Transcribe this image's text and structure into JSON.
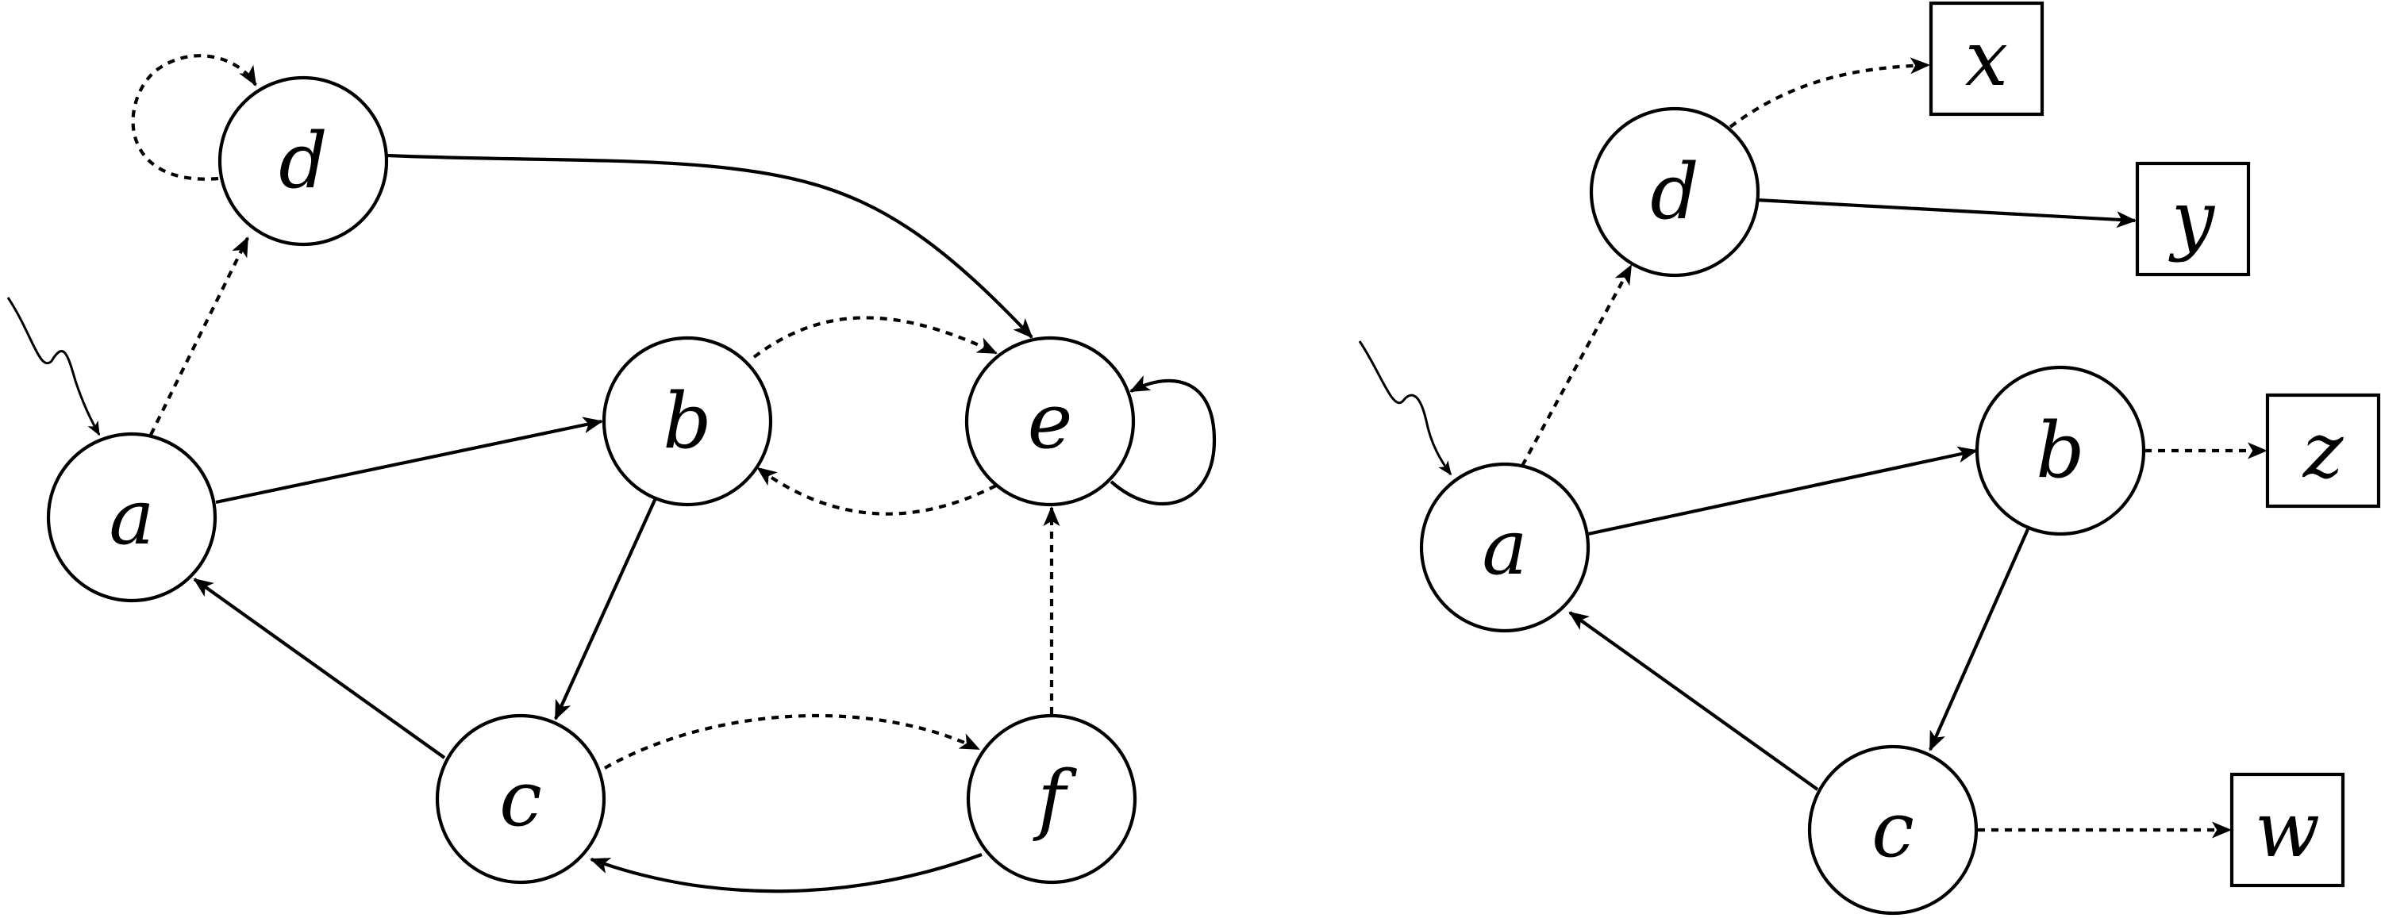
{
  "left_graph": {
    "nodes": [
      {
        "id": "a",
        "label": "a",
        "shape": "circle"
      },
      {
        "id": "b",
        "label": "b",
        "shape": "circle"
      },
      {
        "id": "c",
        "label": "c",
        "shape": "circle"
      },
      {
        "id": "d",
        "label": "d",
        "shape": "circle"
      },
      {
        "id": "e",
        "label": "e",
        "shape": "circle"
      },
      {
        "id": "f",
        "label": "f",
        "shape": "circle"
      }
    ],
    "edges": [
      {
        "from": "a",
        "to": "b",
        "style": "solid"
      },
      {
        "from": "b",
        "to": "c",
        "style": "solid"
      },
      {
        "from": "c",
        "to": "a",
        "style": "solid"
      },
      {
        "from": "a",
        "to": "d",
        "style": "dotted"
      },
      {
        "from": "d",
        "to": "d",
        "style": "dotted"
      },
      {
        "from": "d",
        "to": "e",
        "style": "solid"
      },
      {
        "from": "b",
        "to": "e",
        "style": "dotted"
      },
      {
        "from": "e",
        "to": "b",
        "style": "dotted"
      },
      {
        "from": "e",
        "to": "e",
        "style": "solid"
      },
      {
        "from": "c",
        "to": "f",
        "style": "dotted"
      },
      {
        "from": "f",
        "to": "c",
        "style": "solid"
      },
      {
        "from": "f",
        "to": "e",
        "style": "dotted"
      }
    ],
    "initial": "a"
  },
  "right_graph": {
    "nodes": [
      {
        "id": "a",
        "label": "a",
        "shape": "circle"
      },
      {
        "id": "b",
        "label": "b",
        "shape": "circle"
      },
      {
        "id": "c",
        "label": "c",
        "shape": "circle"
      },
      {
        "id": "d",
        "label": "d",
        "shape": "circle"
      },
      {
        "id": "x",
        "label": "x",
        "shape": "box"
      },
      {
        "id": "y",
        "label": "y",
        "shape": "box"
      },
      {
        "id": "z",
        "label": "z",
        "shape": "box"
      },
      {
        "id": "w",
        "label": "w",
        "shape": "box"
      }
    ],
    "edges": [
      {
        "from": "a",
        "to": "b",
        "style": "solid"
      },
      {
        "from": "b",
        "to": "c",
        "style": "solid"
      },
      {
        "from": "c",
        "to": "a",
        "style": "solid"
      },
      {
        "from": "a",
        "to": "d",
        "style": "dotted"
      },
      {
        "from": "d",
        "to": "x",
        "style": "dotted"
      },
      {
        "from": "d",
        "to": "y",
        "style": "solid"
      },
      {
        "from": "b",
        "to": "z",
        "style": "dotted"
      },
      {
        "from": "c",
        "to": "w",
        "style": "dotted"
      }
    ],
    "initial": "a"
  }
}
